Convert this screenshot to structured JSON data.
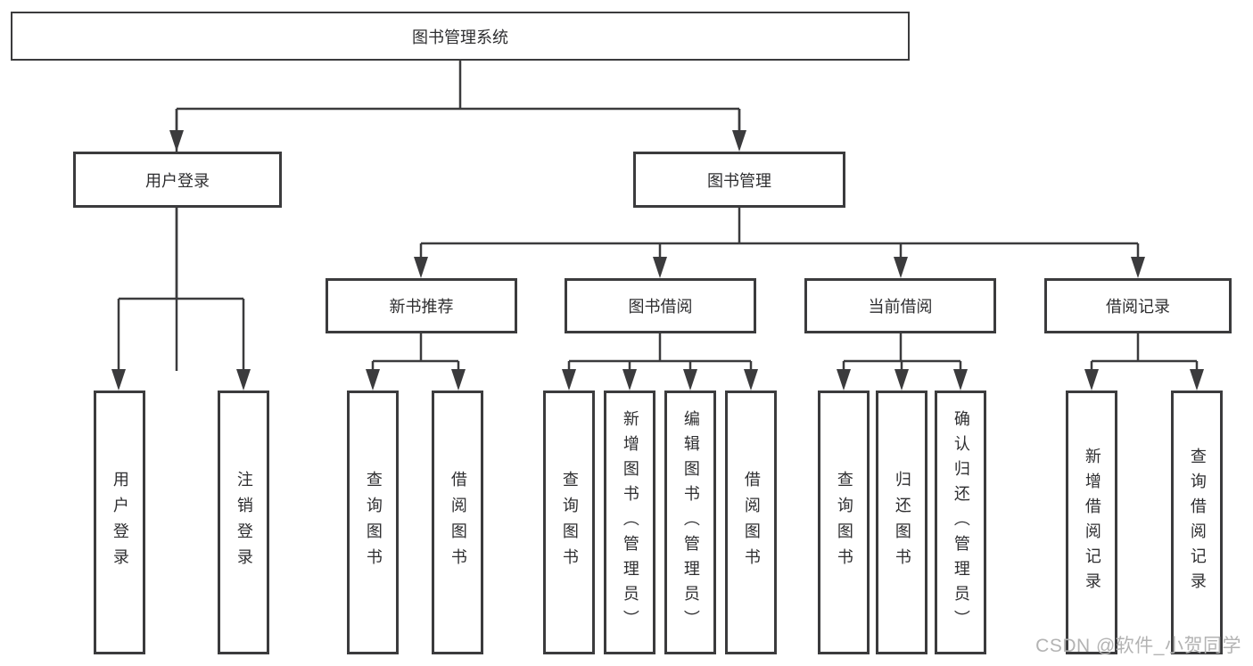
{
  "title": "图书管理系统",
  "branches": {
    "user": "用户登录",
    "book": "图书管理"
  },
  "modules": [
    "新书推荐",
    "图书借阅",
    "当前借阅",
    "借阅记录"
  ],
  "leaves": {
    "user": [
      "用户登录",
      "注销登录"
    ],
    "recommend": [
      "查询图书",
      "借阅图书"
    ],
    "borrow": [
      "查询图书",
      "新增图书（管理员）",
      "编辑图书（管理员）",
      "借阅图书"
    ],
    "current": [
      "查询图书",
      "归还图书",
      "确认归还（管理员）"
    ],
    "records": [
      "新增借阅记录",
      "查询借阅记录"
    ]
  },
  "watermark": "CSDN @软件_小贺同学",
  "colors": {
    "line": "#3b3b3d",
    "text": "#2e2e30",
    "watermark": "#b3b3b3",
    "background": "#ffffff"
  }
}
